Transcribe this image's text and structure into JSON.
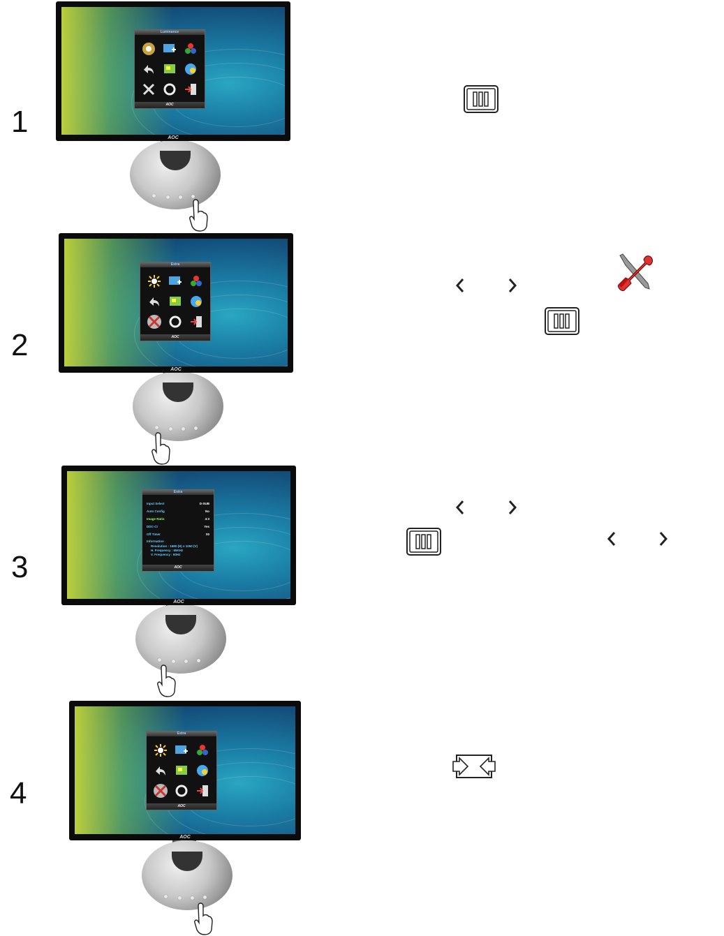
{
  "steps": [
    {
      "number": "1",
      "osd_title": "Luminance",
      "osd_footer": "AOC",
      "bezel_brand": "AOC"
    },
    {
      "number": "2",
      "osd_title": "Extra",
      "osd_footer": "AOC",
      "bezel_brand": "AOC"
    },
    {
      "number": "3",
      "osd_title": "Extra",
      "osd_footer": "AOC",
      "bezel_brand": "AOC",
      "extra_rows": [
        {
          "label": "Input Select",
          "value": "D-SUB"
        },
        {
          "label": "Auto Config",
          "value": "No"
        },
        {
          "label": "Image Ratio",
          "value": "4:3"
        },
        {
          "label": "DDC-CI",
          "value": "Yes"
        },
        {
          "label": "Off Timer",
          "value": "00"
        },
        {
          "label": "Information",
          "value": ""
        }
      ],
      "info_lines": [
        "Resolution : 1680 (H) x 1050 (V)",
        "H. Frequency : 65KHz",
        "V. Frequency : 60Hz"
      ]
    },
    {
      "number": "4",
      "osd_title": "Extra",
      "osd_footer": "AOC",
      "bezel_brand": "AOC"
    }
  ],
  "icons": {
    "menu_key": "menu-button-icon",
    "left_key": "chevron-left-icon",
    "right_key": "chevron-right-icon",
    "extra_icon": "extra-tools-icon",
    "auto_exit_key": "auto-exit-button-icon"
  }
}
